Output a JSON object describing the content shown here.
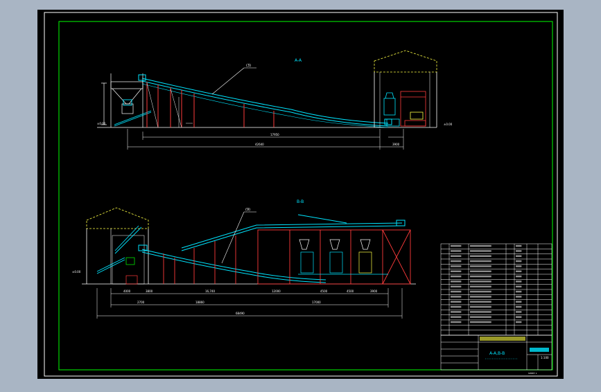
{
  "colors": {
    "background": "#a9b5c4",
    "paper": "#000000",
    "frame": "#ffffff",
    "border": "#00ff00",
    "conveyor": "#00e5ff",
    "structure": "#ff3b3b",
    "building": "#ffff44",
    "lines": "#ffffff"
  },
  "section_a": {
    "title": "A-A",
    "callout": "(3)",
    "dim_main": "17950",
    "dim_total": "42640",
    "dim_right": "3900",
    "level_left": "±0.00",
    "level_right": "±0.00"
  },
  "section_b": {
    "title": "B-B",
    "callout": "(9)",
    "dims_top": [
      "4000",
      "3800",
      "16,740",
      "12000",
      "4500",
      "4500",
      "3900"
    ],
    "dims_mid": [
      "2700",
      "18860",
      "17000"
    ],
    "dim_total": "68490",
    "level_left": "±0.00"
  },
  "title_block": {
    "drawing_title": "A-A,B-B",
    "scale": "1:100",
    "sheet_note": "SHEET 1"
  }
}
